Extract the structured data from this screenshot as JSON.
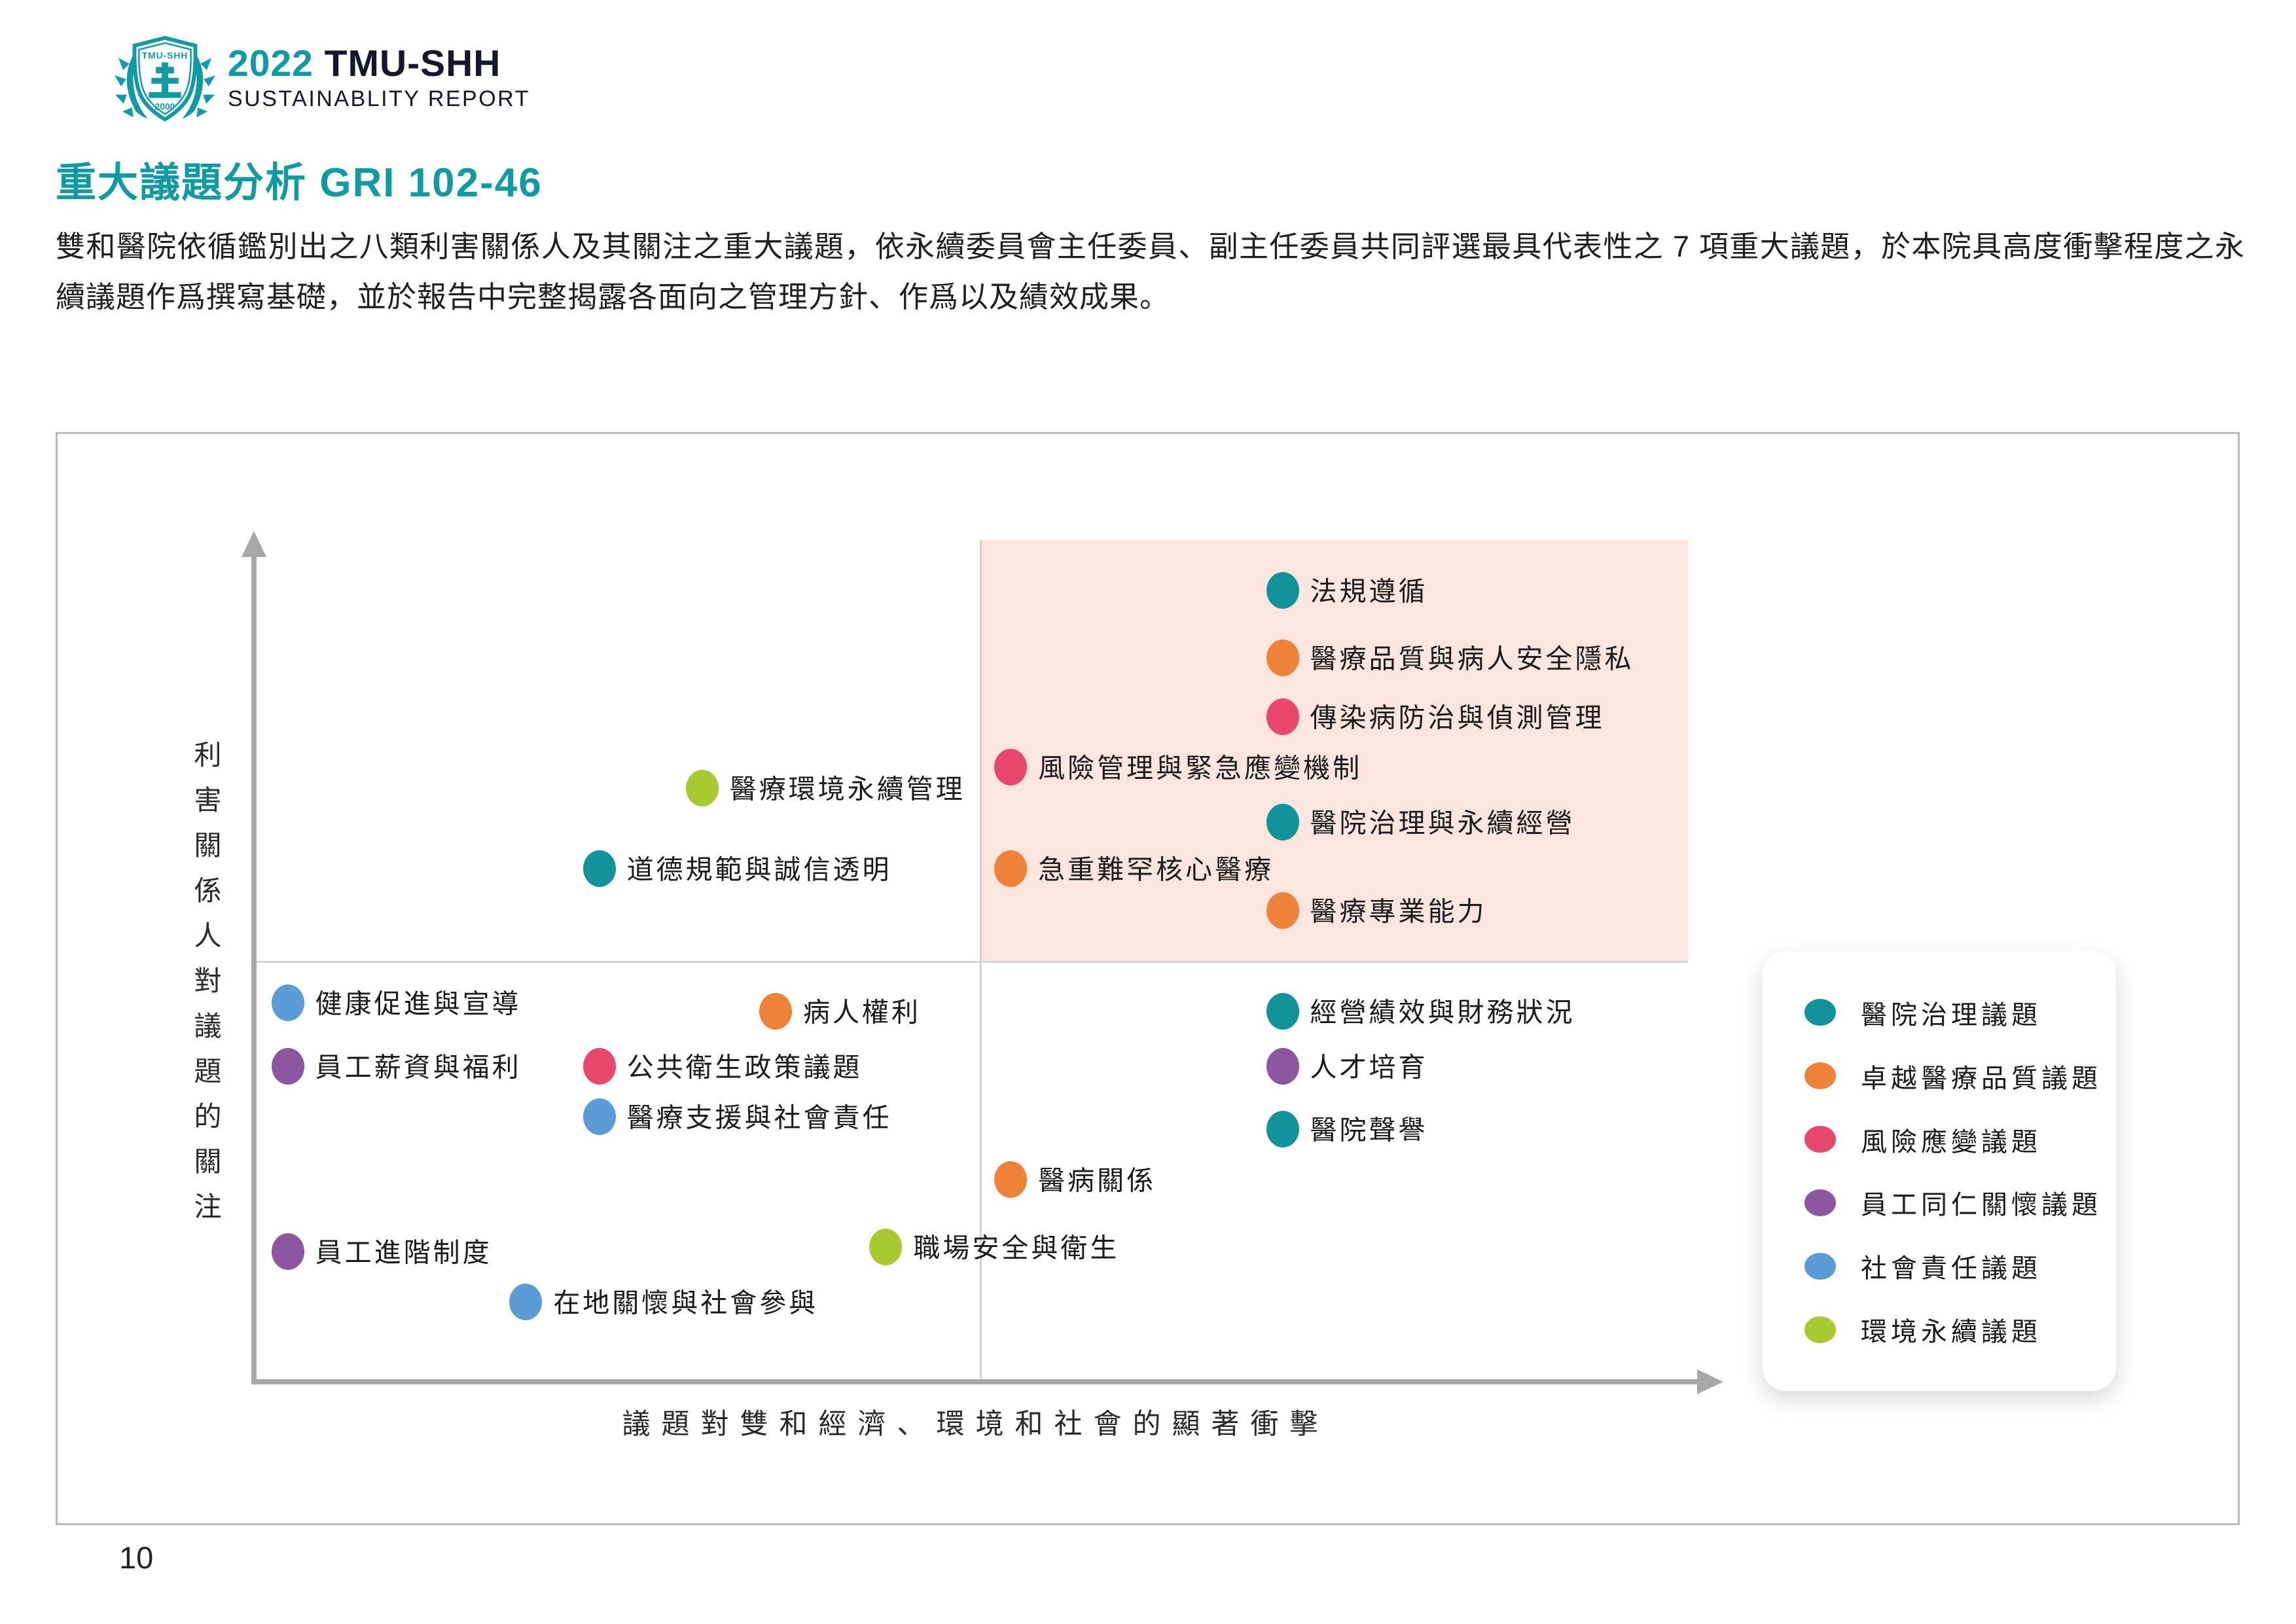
{
  "page": {
    "number": "10"
  },
  "header": {
    "year": "2022",
    "org": "TMU-SHH",
    "subtitle": "SUSTAINABLITY REPORT",
    "logo": {
      "top_text": "TMU-SHH",
      "bottom_text": "2000"
    }
  },
  "section": {
    "title": "重大議題分析 GRI 102-46",
    "paragraph": "雙和醫院依循鑑別出之八類利害關係人及其關注之重大議題，依永續委員會主任委員、副主任委員共同評選最具代表性之 7 項重大議題，於本院具高度衝擊程度之永續議題作爲撰寫基礎，並於報告中完整揭露各面向之管理方針、作爲以及績效成果。"
  },
  "chart_data": {
    "type": "scatter",
    "title": "",
    "xlabel": "議題對雙和經濟、環境和社會的顯著衝擊",
    "ylabel": "利害關係人對議題的關注",
    "xlim": [
      0,
      100
    ],
    "ylim": [
      0,
      100
    ],
    "grid": false,
    "legend_position": "right",
    "highlight_region": {
      "x0": 49.4,
      "y0": 50,
      "x1": 97.6,
      "y1": 100,
      "color": "#fbe5df"
    },
    "quadrant_lines": {
      "x": 49.4,
      "y": 50,
      "y_line_x_extent": 97.6
    },
    "categories": [
      {
        "id": "governance",
        "label": "醫院治理議題",
        "color": "#12939b"
      },
      {
        "id": "quality",
        "label": "卓越醫療品質議題",
        "color": "#ef8239"
      },
      {
        "id": "risk",
        "label": "風險應變議題",
        "color": "#e9486d"
      },
      {
        "id": "employee",
        "label": "員工同仁關懷議題",
        "color": "#8c57a0"
      },
      {
        "id": "social",
        "label": "社會責任議題",
        "color": "#5b9cd6"
      },
      {
        "id": "environment",
        "label": "環境永續議題",
        "color": "#a9c931"
      }
    ],
    "points": [
      {
        "label": "法規遵循",
        "category": "governance",
        "x": 70,
        "y": 94
      },
      {
        "label": "醫療品質與病人安全隱私",
        "category": "quality",
        "x": 70,
        "y": 86
      },
      {
        "label": "傳染病防治與偵測管理",
        "category": "risk",
        "x": 70,
        "y": 79
      },
      {
        "label": "風險管理與緊急應變機制",
        "category": "risk",
        "x": 51.5,
        "y": 73
      },
      {
        "label": "醫院治理與永續經營",
        "category": "governance",
        "x": 70,
        "y": 66.5
      },
      {
        "label": "急重難罕核心醫療",
        "category": "quality",
        "x": 51.5,
        "y": 61
      },
      {
        "label": "醫療專業能力",
        "category": "quality",
        "x": 70,
        "y": 56
      },
      {
        "label": "醫療環境永續管理",
        "category": "environment",
        "x": 30.5,
        "y": 70.5
      },
      {
        "label": "道德規範與誠信透明",
        "category": "governance",
        "x": 23.5,
        "y": 61
      },
      {
        "label": "健康促進與宣導",
        "category": "social",
        "x": 2.3,
        "y": 45
      },
      {
        "label": "病人權利",
        "category": "quality",
        "x": 35.5,
        "y": 44
      },
      {
        "label": "員工薪資與福利",
        "category": "employee",
        "x": 2.3,
        "y": 37.5
      },
      {
        "label": "公共衛生政策議題",
        "category": "risk",
        "x": 23.5,
        "y": 37.5
      },
      {
        "label": "醫療支援與社會責任",
        "category": "social",
        "x": 23.5,
        "y": 31.5
      },
      {
        "label": "經營績效與財務狀況",
        "category": "governance",
        "x": 70,
        "y": 44
      },
      {
        "label": "人才培育",
        "category": "employee",
        "x": 70,
        "y": 37.5
      },
      {
        "label": "醫院聲譽",
        "category": "governance",
        "x": 70,
        "y": 30
      },
      {
        "label": "醫病關係",
        "category": "quality",
        "x": 51.5,
        "y": 24
      },
      {
        "label": "職場安全與衛生",
        "category": "environment",
        "x": 43,
        "y": 16
      },
      {
        "label": "員工進階制度",
        "category": "employee",
        "x": 2.3,
        "y": 15.5
      },
      {
        "label": "在地關懷與社會參與",
        "category": "social",
        "x": 18.5,
        "y": 9.5
      }
    ]
  }
}
